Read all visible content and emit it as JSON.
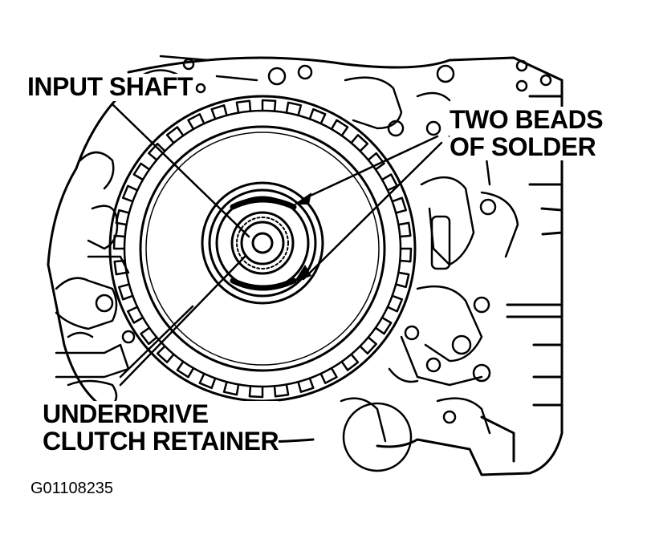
{
  "labels": {
    "input_shaft": "INPUT SHAFT",
    "two_beads_line1": "TWO BEADS",
    "two_beads_line2": "OF SOLDER",
    "underdrive_line1": "UNDERDRIVE",
    "underdrive_line2": "CLUTCH RETAINER"
  },
  "figure_code": "G01108235",
  "colors": {
    "ink": "#000000",
    "paper": "#ffffff"
  }
}
